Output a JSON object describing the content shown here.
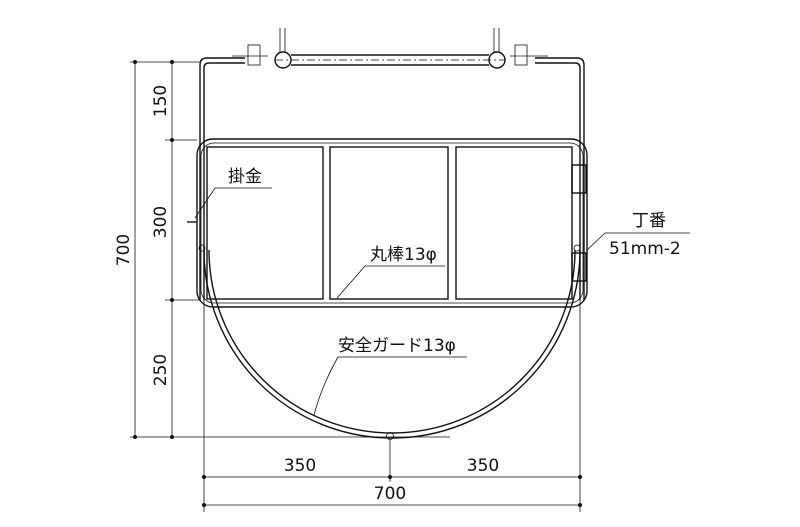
{
  "drawing": {
    "labels": {
      "latch": "掛金",
      "round_bar": "丸棒13φ",
      "safety_guard": "安全ガード13φ",
      "hinge": "丁番",
      "hinge_spec": "51mm-2"
    },
    "dimensions": {
      "vertical_total": "700",
      "vertical_top": "150",
      "vertical_middle": "300",
      "vertical_bottom": "250",
      "horizontal_left": "350",
      "horizontal_right": "350",
      "horizontal_total": "700"
    }
  }
}
